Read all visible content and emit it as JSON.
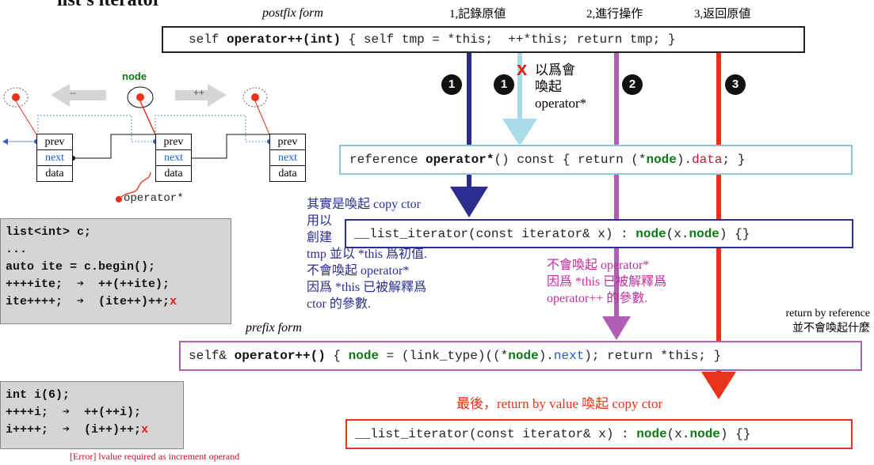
{
  "title_partial": "list's iterator",
  "postfix_label": "postfix form",
  "prefix_label": "prefix form",
  "steps": {
    "s1": "1,記錄原値",
    "s2": "2,進行操作",
    "s3": "3,返回原値"
  },
  "code": {
    "postfix_a": "self ",
    "postfix_b": "operator++(int)",
    "postfix_c": " { self tmp = *this;  ++*this; return tmp; }",
    "deref_a": "reference ",
    "deref_b": "operator*",
    "deref_c": "() const { return (*",
    "deref_d": "node",
    "deref_e": ").",
    "deref_f": "data",
    "deref_g": "; }",
    "ctor1_a": "__list_iterator(const iterator& x) : ",
    "ctor1_b": "node",
    "ctor1_c": "(x.",
    "ctor1_d": "node",
    "ctor1_e": ") {}",
    "prefix_a": "self& ",
    "prefix_b": "operator++()",
    "prefix_c": " { ",
    "prefix_d": "node",
    "prefix_e": " = (link_type)((*",
    "prefix_f": "node",
    "prefix_g": ").",
    "prefix_h": "next",
    "prefix_i": "); return *this; }",
    "ctor2_a": "__list_iterator(const iterator& x) : ",
    "ctor2_b": "node",
    "ctor2_c": "(x.",
    "ctor2_d": "node",
    "ctor2_e": ") {}"
  },
  "badges": {
    "b1a": "1",
    "b1b": "1",
    "b2": "2",
    "b3": "3"
  },
  "notes": {
    "x_mark": "x",
    "mistaken": [
      "以爲會",
      "喚起",
      "operator*"
    ],
    "copy_ctor": [
      "其實是喚起 copy ctor",
      "用以",
      "創建",
      "tmp 並以 *this 爲初值.",
      "不會喚起 operator*",
      "因爲 *this 已被解釋爲",
      "ctor 的參數."
    ],
    "purple": [
      "不會喚起 operator*",
      "因爲 *this 已被解釋爲",
      "operator++ 的參數."
    ],
    "return_ref": [
      "return by reference",
      "並不會喚起什麼"
    ],
    "final": "最後，return by value 喚起 copy ctor",
    "error": "[Error] lvalue required as increment operand"
  },
  "diagram": {
    "node_label": "node",
    "op_label": "operator*",
    "minus": "--",
    "plus": "++",
    "fields": [
      "prev",
      "next",
      "data"
    ]
  },
  "list_code": [
    "list<int> c;",
    "...",
    "auto ite = c.begin();",
    "++++ite;  ➔  ++(++ite);",
    "ite++++;  ➔  (ite++)++;"
  ],
  "int_code": [
    "int i(6);",
    "++++i;  ➔  ++(++i);",
    "i++++;  ➔  (i++)++;"
  ],
  "colors": {
    "navy": "#2b2e8e",
    "lightblue": "#a8dce8",
    "purple": "#b05fb5",
    "red": "#e8321a"
  }
}
